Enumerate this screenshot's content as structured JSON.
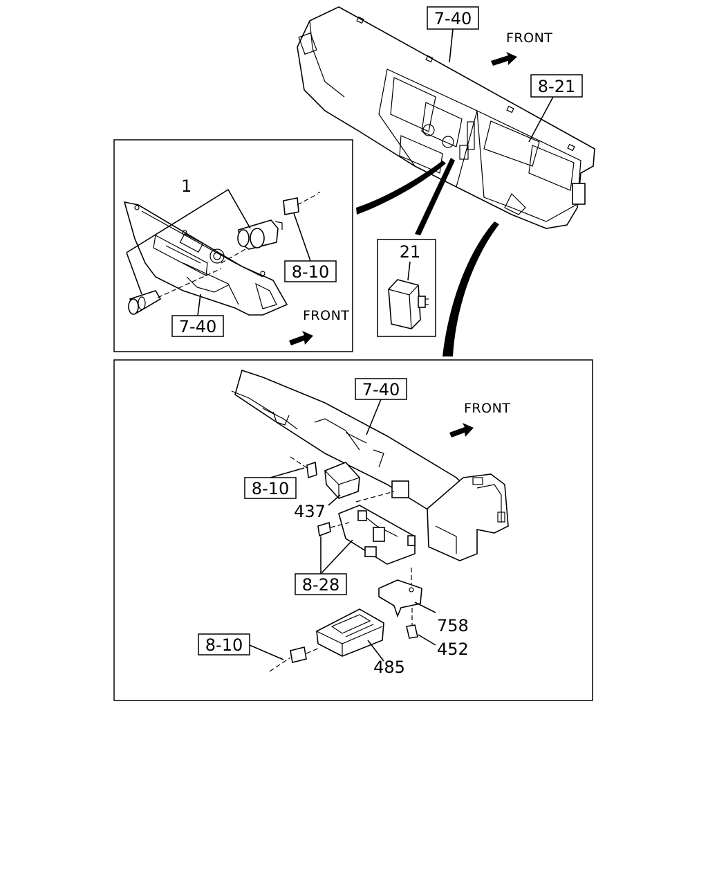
{
  "top_view": {
    "ref_dashboard": "7-40",
    "ref_cluster": "8-21",
    "front": "FRONT"
  },
  "inset_upper_left": {
    "part_1": "1",
    "ref_connector": "8-10",
    "ref_panel": "7-40",
    "front": "FRONT"
  },
  "inset_small": {
    "part_21": "21"
  },
  "inset_lower": {
    "ref_beam": "7-40",
    "front": "FRONT",
    "ref_connector_a": "8-10",
    "part_437": "437",
    "ref_harness": "8-28",
    "part_758": "758",
    "part_452": "452",
    "ref_connector_b": "8-10",
    "part_485": "485"
  }
}
